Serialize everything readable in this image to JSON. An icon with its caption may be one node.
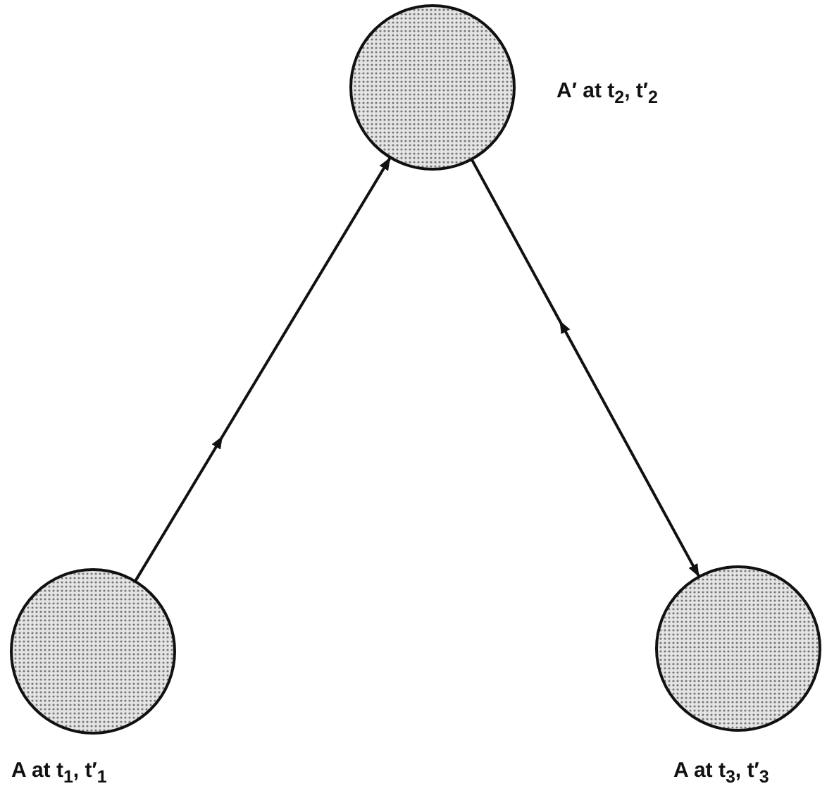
{
  "diagram": {
    "nodes": [
      {
        "text": [
          "A at t$_{1}$, t′$_{1}$"
        ]
      },
      {
        "text": [
          "A′ at t$_{2}$, t′$_{2}$"
        ]
      },
      {
        "text": [
          "A at t$_{3}$, t′$_{3}$"
        ]
      }
    ],
    "edges": [
      {
        "from": 0,
        "to": 1,
        "arrow": "to"
      },
      {
        "from": 1,
        "to": 2,
        "arrow": "to"
      }
    ]
  }
}
